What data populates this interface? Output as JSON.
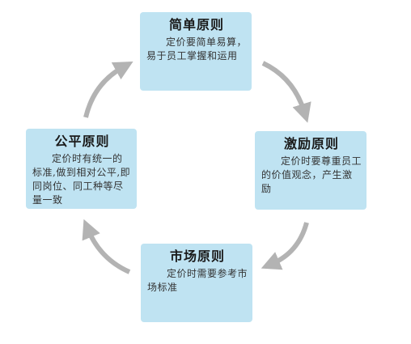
{
  "diagram": {
    "colors": {
      "box_fill": "#bfe3f2",
      "arrow": "#b3b3b3"
    },
    "principles": [
      {
        "title": "简单原则",
        "desc": "定价要简单易算，易于员工掌握和运用"
      },
      {
        "title": "激励原则",
        "desc": "定价时要尊重员工的价值观念，产生激励"
      },
      {
        "title": "市场原则",
        "desc": "定价时需要参考市场标准"
      },
      {
        "title": "公平原则",
        "desc": "定价时有统一的标准,做到相对公平,即同岗位、同工种等尽量一致"
      }
    ]
  }
}
